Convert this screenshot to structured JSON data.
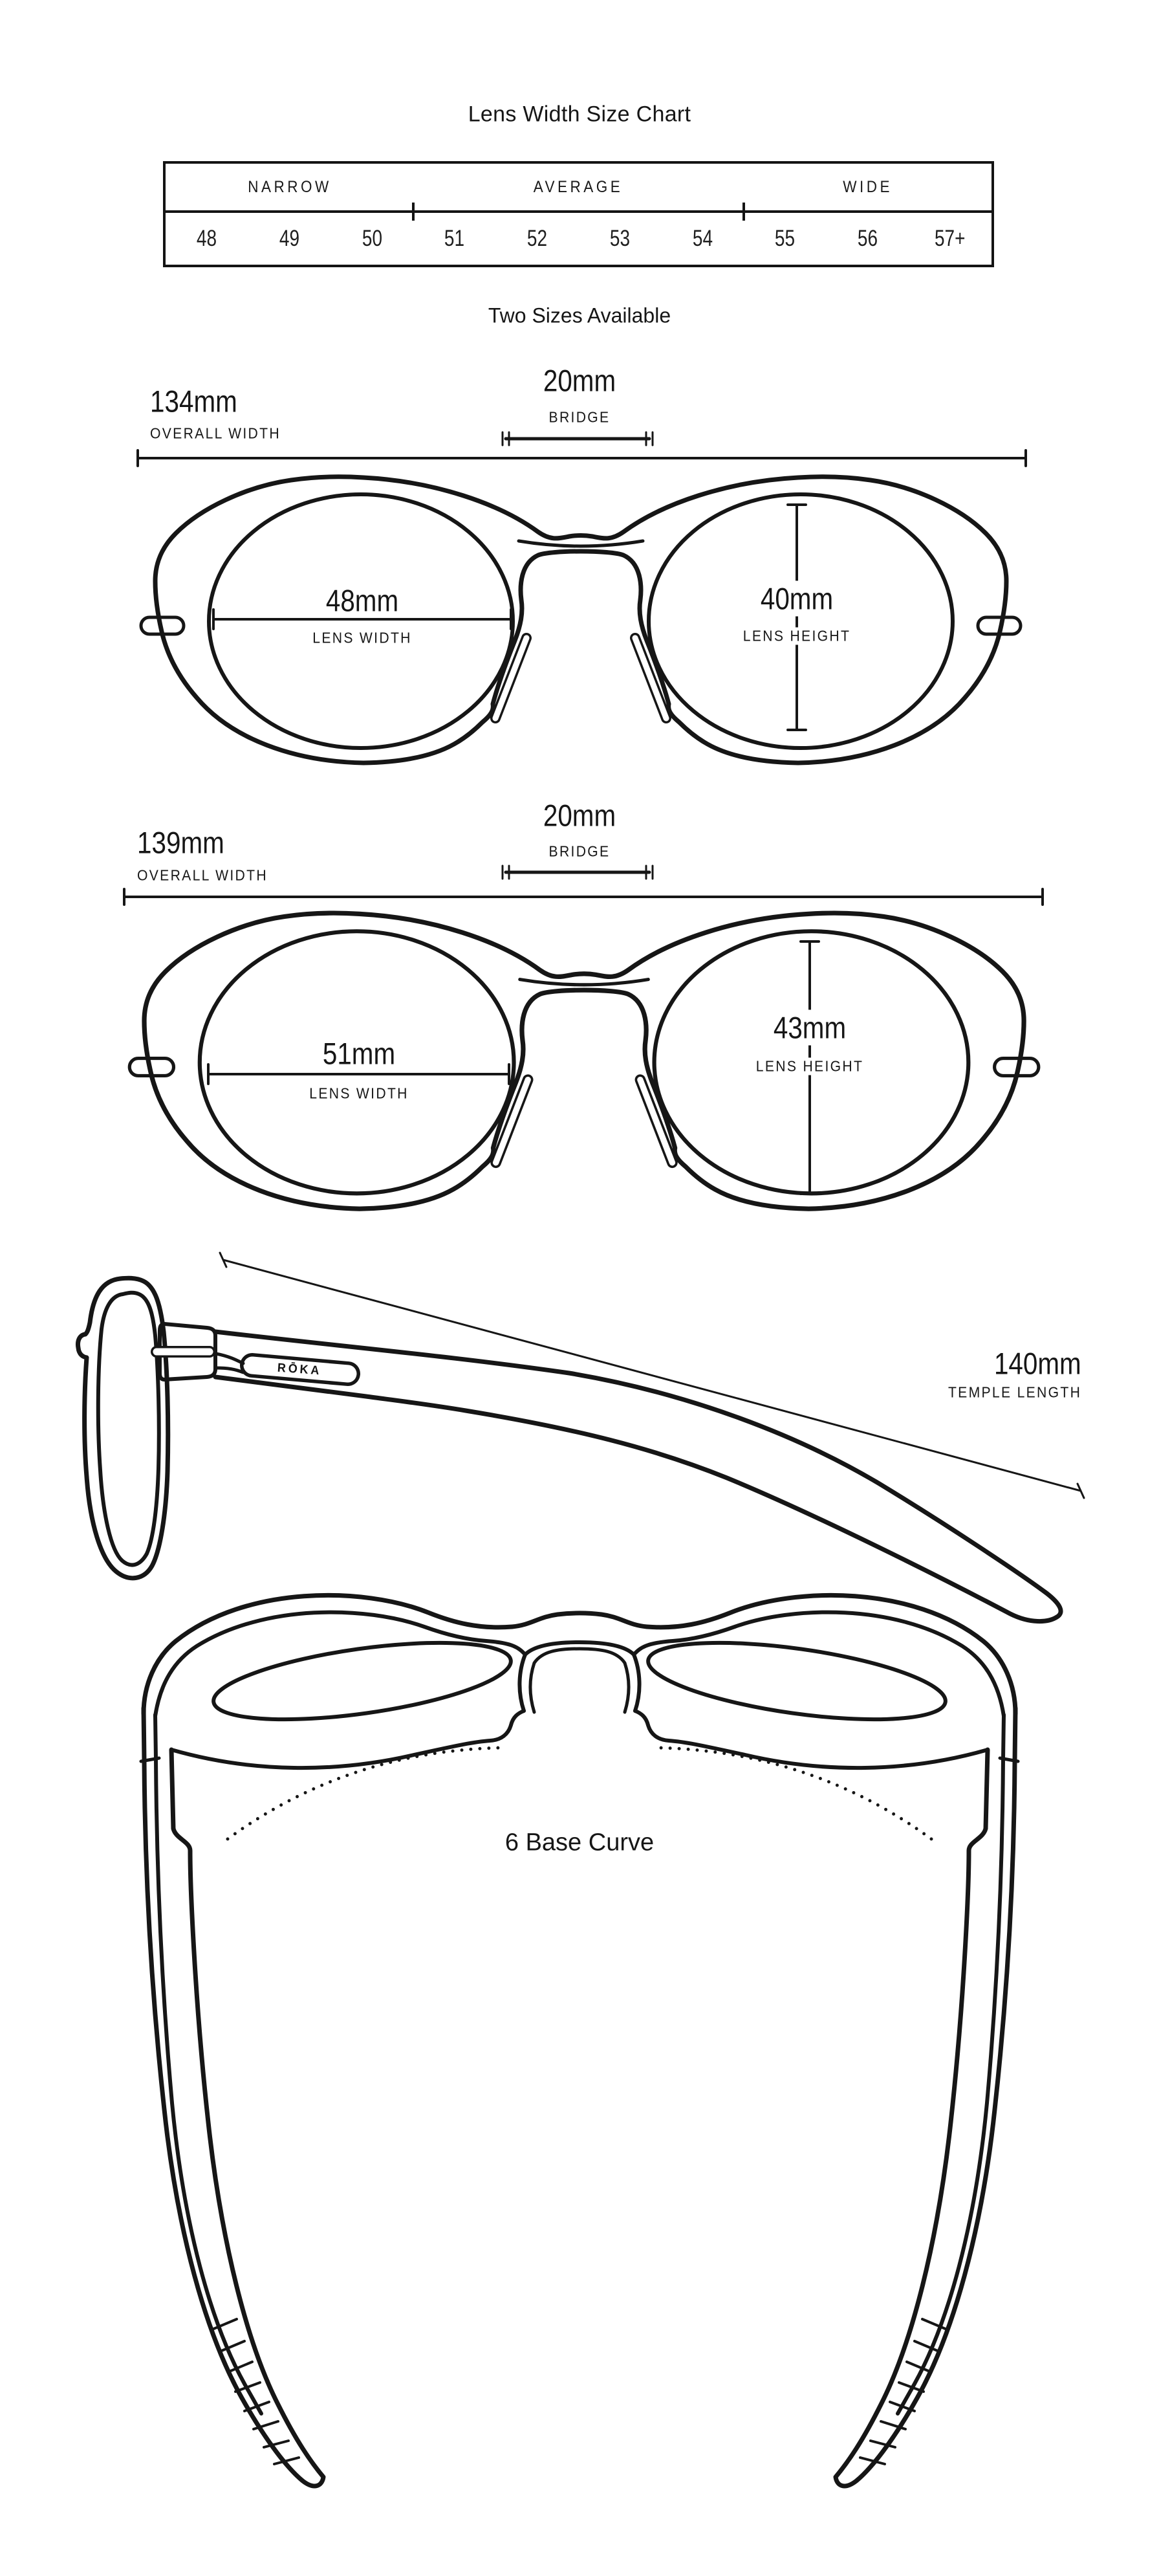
{
  "title": "Lens Width Size Chart",
  "subtitle": "Two Sizes Available",
  "size_chart": {
    "categories": [
      {
        "label": "NARROW"
      },
      {
        "label": "AVERAGE"
      },
      {
        "label": "WIDE"
      }
    ],
    "sizes": [
      "48",
      "49",
      "50",
      "51",
      "52",
      "53",
      "54",
      "55",
      "56",
      "57+"
    ]
  },
  "size_one": {
    "overall_width": "134mm",
    "overall_width_label": "OVERALL WIDTH",
    "bridge": "20mm",
    "bridge_label": "BRIDGE",
    "lens_width": "48mm",
    "lens_width_label": "LENS WIDTH",
    "lens_height": "40mm",
    "lens_height_label": "LENS HEIGHT"
  },
  "size_two": {
    "overall_width": "139mm",
    "overall_width_label": "OVERALL WIDTH",
    "bridge": "20mm",
    "bridge_label": "BRIDGE",
    "lens_width": "51mm",
    "lens_width_label": "LENS WIDTH",
    "lens_height": "43mm",
    "lens_height_label": "LENS HEIGHT"
  },
  "side_view": {
    "temple_length": "140mm",
    "temple_length_label": "TEMPLE LENGTH",
    "brand": "RŌKA"
  },
  "top_view": {
    "base_curve_label": "6 Base Curve"
  },
  "colors": {
    "ink": "#141414",
    "background": "#ffffff"
  }
}
